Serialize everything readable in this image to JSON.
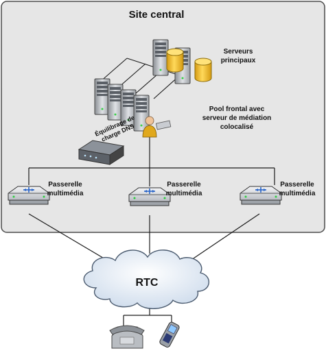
{
  "site": {
    "title": "Site central"
  },
  "servers": {
    "label_line1": "Serveurs",
    "label_line2": "principaux"
  },
  "pool": {
    "label_line1": "Pool frontal avec",
    "label_line2": "serveur de médiation",
    "label_line3": "colocalisé"
  },
  "dns": {
    "label_line1": "Équilibrage de",
    "label_line2": "charge DNS"
  },
  "gateways": [
    {
      "label_line1": "Passerelle",
      "label_line2": "multimédia"
    },
    {
      "label_line1": "Passerelle",
      "label_line2": "multimédia"
    },
    {
      "label_line1": "Passerelle",
      "label_line2": "multimédia"
    }
  ],
  "pstn": {
    "label": "RTC"
  },
  "colors": {
    "site_bg": "#e6e6e6",
    "site_border": "#4a4a4a",
    "cloud_fill": "#dce6f2",
    "db_yellow": "#f5c030"
  }
}
